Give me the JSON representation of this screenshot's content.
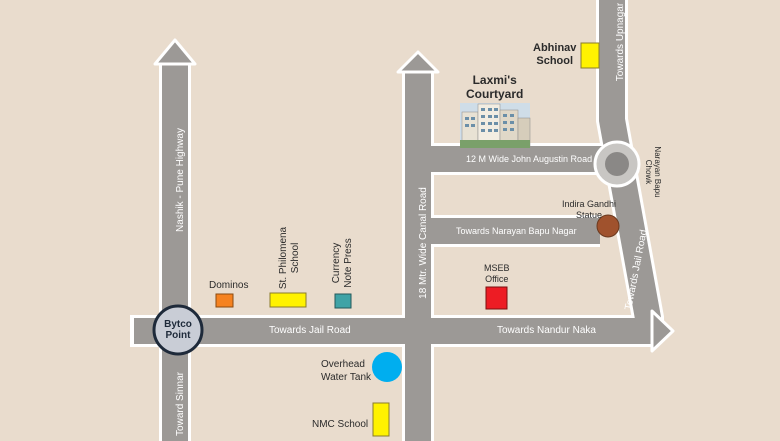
{
  "colors": {
    "background": "#e9dccd",
    "road": "#9c9996",
    "road_outline": "#ffffff",
    "marker_yellow": "#fff200",
    "marker_orange": "#f58220",
    "marker_teal": "#3fa3a6",
    "marker_red": "#ed1c24",
    "marker_blue": "#00aeef",
    "marker_brown": "#a0522d"
  },
  "roads": {
    "nashik_pune_highway": "Nashik - Pune Highway",
    "toward_sinnar": "Toward Sinnar",
    "towards_jail_road_west": "Towards Jail Road",
    "towards_nandur_naka": "Towards Nandur Naka",
    "canal_road": "18 Mtr. Wide Canal Road",
    "john_augustin_road": "12 M Wide John Augustin Road",
    "towards_narayan_bapu_nagar": "Towards Narayan Bapu Nagar",
    "towards_upnagar": "Towards Upnagar",
    "towards_jail_road_east": "Towards Jail Road"
  },
  "places": {
    "abhinav_school": "Abhinav\nSchool",
    "laxmis_courtyard": "Laxmi's\nCourtyard",
    "narayan_bapu_chowk": "Narayan Bapu\nChowk",
    "indira_gandhi_statue": "Indira Gandhi\nStatue",
    "mseb_office": "MSEB\nOffice",
    "dominos": "Dominos",
    "st_philomena_school": "St. Philomena\nSchool",
    "currency_note_press": "Currency\nNote Press",
    "bytco_point": "Bytco\nPoint",
    "overhead_water_tank": "Overhead\nWater Tank",
    "nmc_school": "NMC School"
  },
  "icons": {
    "building_image": "building-icon",
    "roundabout": "roundabout-icon",
    "road_arrow": "arrow-icon"
  }
}
